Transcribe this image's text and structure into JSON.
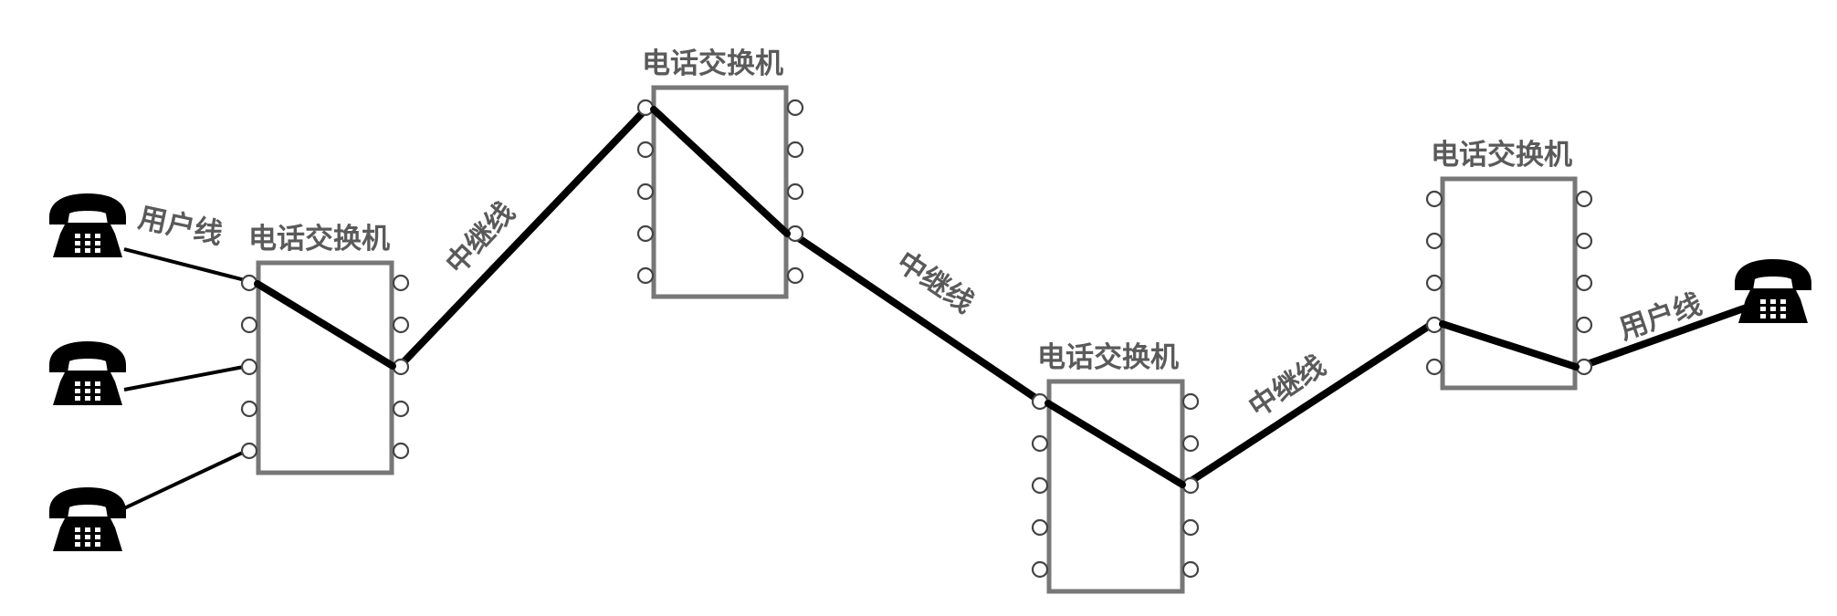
{
  "diagram": {
    "switch_label": "电话交换机",
    "user_line_label": "用户线",
    "trunk_line_label": "中继线",
    "switches": [
      {
        "label": "电话交换机"
      },
      {
        "label": "电话交换机"
      },
      {
        "label": "电话交换机"
      },
      {
        "label": "电话交换机"
      }
    ],
    "telephones": [
      {
        "icon": "telephone-icon"
      },
      {
        "icon": "telephone-icon"
      },
      {
        "icon": "telephone-icon"
      },
      {
        "icon": "telephone-icon"
      }
    ],
    "line_labels": [
      {
        "text": "用户线"
      },
      {
        "text": "中继线"
      },
      {
        "text": "中继线"
      },
      {
        "text": "中继线"
      },
      {
        "text": "用户线"
      }
    ]
  }
}
